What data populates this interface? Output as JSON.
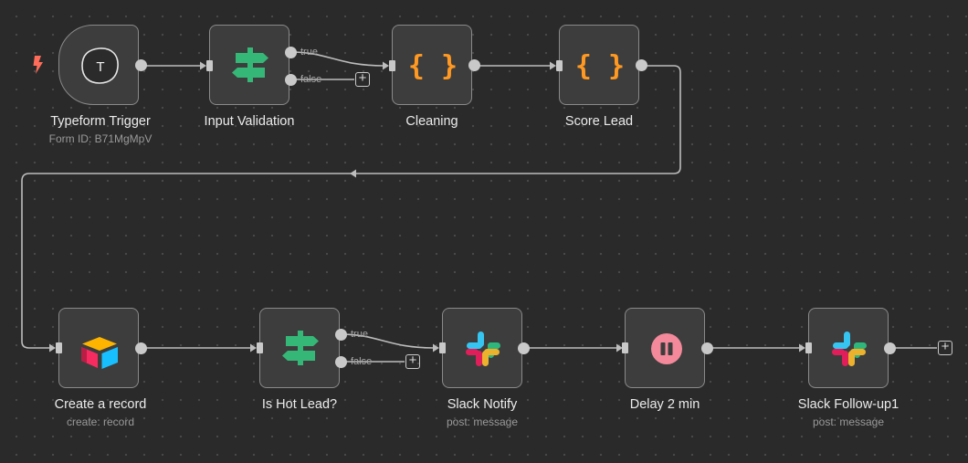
{
  "nodes": {
    "typeform_trigger": {
      "title": "Typeform Trigger",
      "subtitle": "Form ID: B71MgMpV",
      "icon": "typeform-icon",
      "icon_letter": "T"
    },
    "input_validation": {
      "title": "Input Validation",
      "icon": "signpost-icon"
    },
    "cleaning": {
      "title": "Cleaning",
      "icon": "code-braces-icon",
      "icon_text": "{ }"
    },
    "score_lead": {
      "title": "Score Lead",
      "icon": "code-braces-icon",
      "icon_text": "{ }"
    },
    "create_record": {
      "title": "Create a record",
      "subtitle": "create: record",
      "icon": "airtable-icon"
    },
    "is_hot_lead": {
      "title": "Is Hot Lead?",
      "icon": "signpost-icon"
    },
    "slack_notify": {
      "title": "Slack Notify",
      "subtitle": "post: message",
      "icon": "slack-icon"
    },
    "delay": {
      "title": "Delay 2 min",
      "icon": "pause-icon"
    },
    "slack_followup": {
      "title": "Slack Follow-up1",
      "subtitle": "post: message",
      "icon": "slack-icon"
    }
  },
  "branches": {
    "true_label": "true",
    "false_label": "false"
  },
  "add_symbol": "+",
  "colors": {
    "canvas": "#2a2a2a",
    "node_fill": "#3d3d3d",
    "node_border": "#8a8a8a",
    "wire": "#bdbdbd",
    "trigger_bolt": "#ff6d5a",
    "code_orange": "#ff9922",
    "if_green": "#35b877",
    "wait_pink": "#f3899a"
  }
}
